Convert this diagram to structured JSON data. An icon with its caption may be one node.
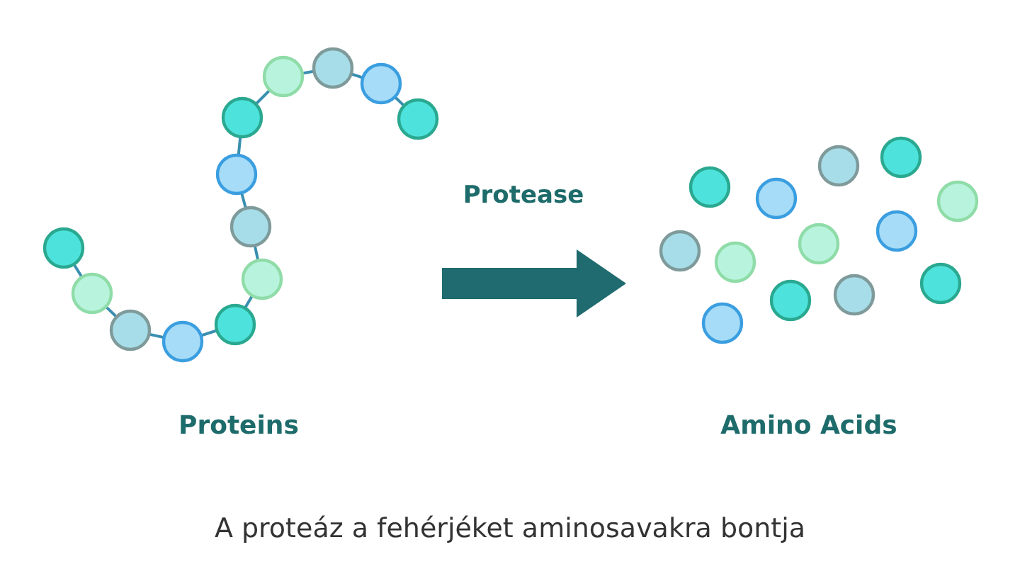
{
  "diagram": {
    "caption": "A proteáz a fehérjéket aminosavakra bontja",
    "nodes": [
      {
        "text": [
          "Proteins"
        ]
      },
      {
        "text": [
          "Amino Acids"
        ]
      }
    ],
    "edges": [
      {
        "from": 0,
        "to": 1,
        "arrow": "to",
        "label": "Protease"
      }
    ]
  }
}
